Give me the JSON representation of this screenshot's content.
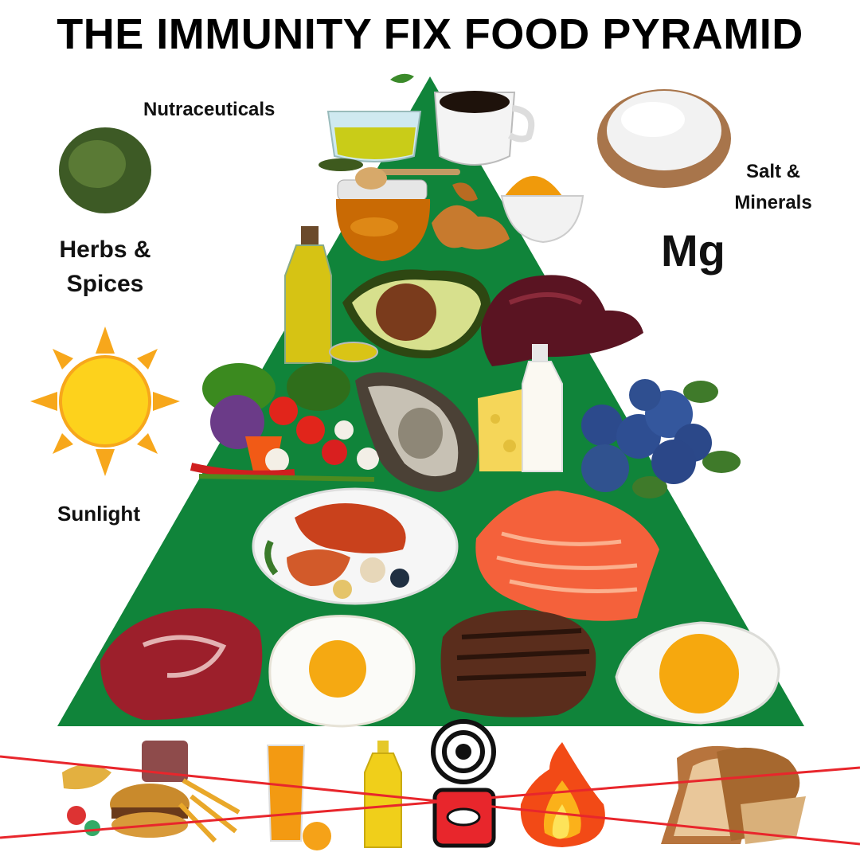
{
  "title": "THE IMMUNITY FIX FOOD PYRAMID",
  "labels": {
    "nutraceuticals": "Nutraceuticals",
    "herbs_line1": "Herbs &",
    "herbs_line2": "Spices",
    "salt_line1": "Salt &",
    "salt_line2": "Minerals",
    "mg": "Mg",
    "sunlight": "Sunlight"
  },
  "colors": {
    "pyramid_green": "#10843a",
    "cross_red": "#e8262c",
    "sun_yellow": "#fdd21c",
    "sun_orange": "#f7a71b"
  },
  "tiers": [
    {
      "tier": 1,
      "items": [
        "green-tea",
        "coffee"
      ]
    },
    {
      "tier": 2,
      "items": [
        "honey",
        "turmeric-root",
        "turmeric-powder"
      ]
    },
    {
      "tier": 3,
      "items": [
        "olive-oil",
        "avocado",
        "liver"
      ]
    },
    {
      "tier": 4,
      "items": [
        "vegetables",
        "oyster",
        "cheese",
        "milk",
        "blueberries"
      ]
    },
    {
      "tier": 5,
      "items": [
        "seafood-platter",
        "salmon-fillet"
      ]
    },
    {
      "tier": 6,
      "items": [
        "ribeye-steak",
        "fried-egg",
        "grilled-steak",
        "boiled-egg"
      ]
    }
  ],
  "avoid_items": [
    "junk-food",
    "orange-juice",
    "vegetable-oil",
    "canned-food",
    "fire",
    "bread"
  ]
}
